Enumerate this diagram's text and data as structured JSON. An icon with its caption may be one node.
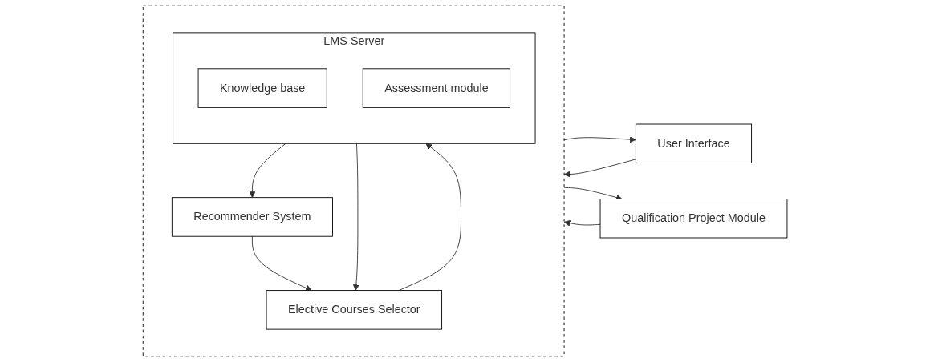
{
  "diagram": {
    "nodes": [
      {
        "text": [
          "User Interface"
        ]
      },
      {
        "text": [],
        "shape": "box"
      },
      {
        "text": [
          "LMS Server"
        ],
        "in": 1
      },
      {
        "text": [
          "Knowledge base"
        ],
        "in": 2
      },
      {
        "text": [
          "Assessment module"
        ],
        "in": 2
      },
      {
        "text": [
          "Recommender System"
        ],
        "in": 1
      },
      {
        "text": [
          "Elective Courses Selector"
        ],
        "in": 1
      },
      {
        "text": [
          "Qualification Project Module"
        ]
      }
    ],
    "edges": [
      {
        "from": 0,
        "to": 1,
        "arrow": "to"
      },
      {
        "from": 1,
        "to": 0,
        "arrow": "to"
      },
      {
        "from": 1,
        "to": 7,
        "arrow": "to"
      },
      {
        "from": 7,
        "to": 1,
        "arrow": "to"
      },
      {
        "from": 2,
        "to": 5,
        "arrow": "to"
      },
      {
        "from": 2,
        "to": 6,
        "arrow": "to"
      },
      {
        "from": 6,
        "to": 2,
        "arrow": "to"
      },
      {
        "from": 5,
        "to": 6,
        "arrow": "to"
      }
    ]
  }
}
